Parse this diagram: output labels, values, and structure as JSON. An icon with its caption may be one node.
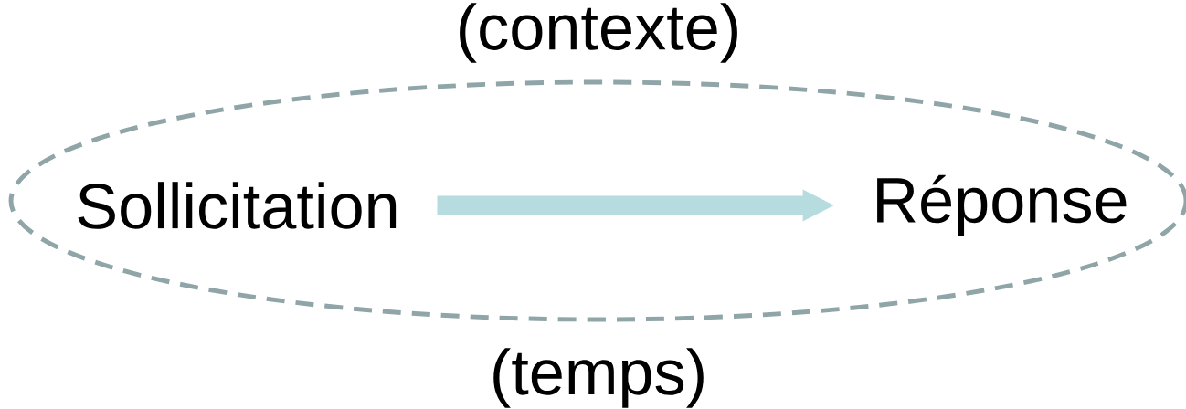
{
  "diagram": {
    "nodes": [
      {
        "text": [
          "(contexte)",
          "(temps)"
        ]
      },
      {
        "text": [
          "Sollicitation"
        ],
        "in": 0
      },
      {
        "text": [
          "Réponse"
        ],
        "in": 0
      }
    ],
    "edges": [
      {
        "from": 1,
        "to": 2,
        "arrow": "to",
        "color": "#b7dcdf"
      }
    ]
  }
}
